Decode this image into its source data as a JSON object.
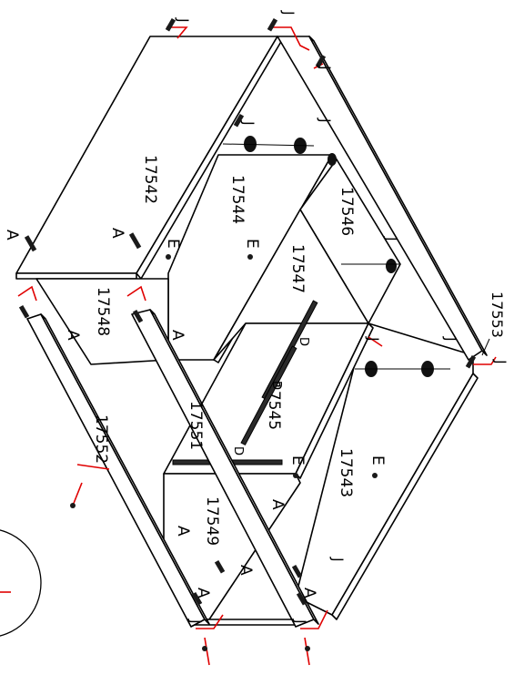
{
  "diagram": {
    "part_labels": {
      "p17542": "17542",
      "p17543": "17543",
      "p17544": "17544",
      "p17545": "17545",
      "p17546": "17546",
      "p17547": "17547",
      "p17548": "17548",
      "p17549": "17549",
      "p17551": "17551",
      "p17552": "17552",
      "p17553": "17553"
    },
    "hardware_letters": {
      "A": "A",
      "D": "D",
      "E": "E",
      "J": "J"
    },
    "colors": {
      "outline": "#000000",
      "fastener_leader": "#e00000",
      "background": "#ffffff"
    }
  }
}
